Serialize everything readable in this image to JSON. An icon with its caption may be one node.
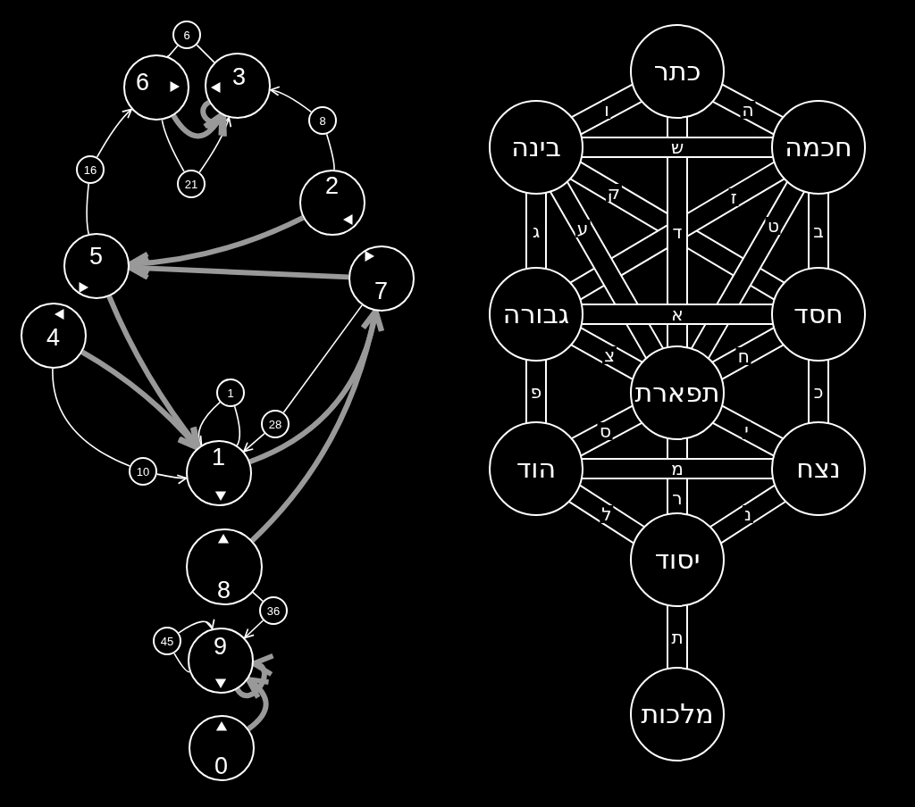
{
  "diagram": {
    "nodes": [
      {
        "text": [
          "6"
        ]
      },
      {
        "text": [
          "6"
        ]
      },
      {
        "text": [
          "3"
        ]
      },
      {
        "text": [
          "8"
        ]
      },
      {
        "text": [
          "16"
        ]
      },
      {
        "text": [
          "21"
        ]
      },
      {
        "text": [
          "2"
        ]
      },
      {
        "text": [
          "5"
        ]
      },
      {
        "text": [
          "7"
        ]
      },
      {
        "text": [
          "4"
        ]
      },
      {
        "text": [
          "1"
        ]
      },
      {
        "text": [
          "28"
        ]
      },
      {
        "text": [
          "10"
        ]
      },
      {
        "text": [
          "1"
        ]
      },
      {
        "text": [
          "8"
        ]
      },
      {
        "text": [
          "36"
        ]
      },
      {
        "text": [
          "45"
        ]
      },
      {
        "text": [
          "9"
        ]
      },
      {
        "text": [
          "0"
        ]
      },
      {
        "text": [
          "כתר"
        ]
      },
      {
        "text": [
          "בינה"
        ]
      },
      {
        "text": [
          "חכמה"
        ]
      },
      {
        "text": [
          "גבורה"
        ]
      },
      {
        "text": [
          "חסד"
        ]
      },
      {
        "text": [
          "תפארת"
        ]
      },
      {
        "text": [
          "הוד"
        ]
      },
      {
        "text": [
          "נצח"
        ]
      },
      {
        "text": [
          "יסוד"
        ]
      },
      {
        "text": [
          "מלכות"
        ]
      }
    ],
    "edges": [
      {
        "from": 2,
        "to": 0,
        "arrow": "none"
      },
      {
        "from": 0,
        "to": 1,
        "arrow": "to"
      },
      {
        "from": 6,
        "to": 3,
        "arrow": "none"
      },
      {
        "from": 3,
        "to": 2,
        "arrow": "to"
      },
      {
        "from": 7,
        "to": 4,
        "arrow": "none"
      },
      {
        "from": 4,
        "to": 1,
        "arrow": "to"
      },
      {
        "from": 1,
        "to": 5,
        "arrow": "none"
      },
      {
        "from": 5,
        "to": 2,
        "arrow": "to"
      },
      {
        "from": 13,
        "to": 10,
        "arrow": "none"
      },
      {
        "from": 10,
        "to": 13,
        "arrow": "to"
      },
      {
        "from": 8,
        "to": 11,
        "arrow": "none"
      },
      {
        "from": 11,
        "to": 13,
        "arrow": "to"
      },
      {
        "from": 9,
        "to": 12,
        "arrow": "none"
      },
      {
        "from": 12,
        "to": 13,
        "arrow": "to"
      },
      {
        "from": 14,
        "to": 15,
        "arrow": "none"
      },
      {
        "from": 15,
        "to": 17,
        "arrow": "to"
      },
      {
        "from": 17,
        "to": 16,
        "arrow": "none"
      },
      {
        "from": 16,
        "to": 17,
        "arrow": "to"
      },
      {
        "from": 1,
        "to": 2,
        "arrow": "to",
        "style": "thick",
        "color": "#999999"
      },
      {
        "from": 2,
        "to": 2,
        "arrow": "to",
        "style": "thick",
        "color": "#999999"
      },
      {
        "from": 6,
        "to": 7,
        "arrow": "to",
        "style": "thick",
        "color": "#999999"
      },
      {
        "from": 8,
        "to": 7,
        "arrow": "to",
        "style": "thick",
        "color": "#999999"
      },
      {
        "from": 7,
        "to": 13,
        "arrow": "to",
        "style": "thick",
        "color": "#999999"
      },
      {
        "from": 9,
        "to": 13,
        "arrow": "to",
        "style": "thick",
        "color": "#999999"
      },
      {
        "from": 13,
        "to": 8,
        "arrow": "to",
        "style": "thick",
        "color": "#999999"
      },
      {
        "from": 14,
        "to": 8,
        "arrow": "to",
        "style": "thick",
        "color": "#999999"
      },
      {
        "from": 18,
        "to": 17,
        "arrow": "to",
        "style": "thick",
        "color": "#999999"
      },
      {
        "from": 17,
        "to": 17,
        "arrow": "to",
        "style": "thick",
        "color": "#999999"
      },
      {
        "from": 20,
        "to": 23,
        "arrow": "none",
        "label": "ק"
      },
      {
        "from": 21,
        "to": 22,
        "arrow": "none",
        "label": "ז"
      },
      {
        "from": 20,
        "to": 24,
        "arrow": "none",
        "label": "ע"
      },
      {
        "from": 21,
        "to": 24,
        "arrow": "none",
        "label": "ט"
      },
      {
        "from": 19,
        "to": 24,
        "arrow": "none",
        "label": "ד"
      },
      {
        "from": 19,
        "to": 20,
        "arrow": "none",
        "label": "ו"
      },
      {
        "from": 19,
        "to": 21,
        "arrow": "none",
        "label": "ה"
      },
      {
        "from": 20,
        "to": 21,
        "arrow": "none",
        "label": "ש"
      },
      {
        "from": 20,
        "to": 22,
        "arrow": "none",
        "label": "ג"
      },
      {
        "from": 21,
        "to": 23,
        "arrow": "none",
        "label": "ב"
      },
      {
        "from": 22,
        "to": 24,
        "arrow": "none",
        "label": "צ"
      },
      {
        "from": 23,
        "to": 24,
        "arrow": "none",
        "label": "ח"
      },
      {
        "from": 22,
        "to": 23,
        "arrow": "none",
        "label": "א"
      },
      {
        "from": 22,
        "to": 25,
        "arrow": "none",
        "label": "פ"
      },
      {
        "from": 23,
        "to": 26,
        "arrow": "none",
        "label": "כ"
      },
      {
        "from": 24,
        "to": 25,
        "arrow": "none",
        "label": "ס"
      },
      {
        "from": 24,
        "to": 26,
        "arrow": "none",
        "label": "י"
      },
      {
        "from": 24,
        "to": 27,
        "arrow": "none",
        "label": "ר"
      },
      {
        "from": 25,
        "to": 26,
        "arrow": "none",
        "label": "מ"
      },
      {
        "from": 25,
        "to": 27,
        "arrow": "none",
        "label": "ל"
      },
      {
        "from": 26,
        "to": 27,
        "arrow": "none",
        "label": "נ"
      },
      {
        "from": 27,
        "to": 28,
        "arrow": "none",
        "label": "ת"
      }
    ]
  }
}
